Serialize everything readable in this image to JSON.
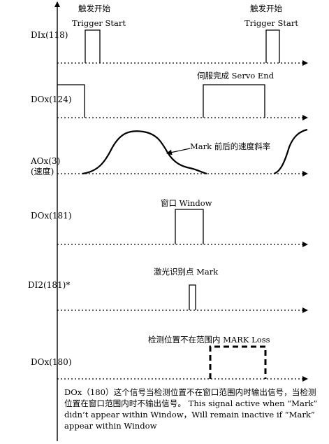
{
  "signals": [
    {
      "id": "dix118",
      "label": "DIx(118)"
    },
    {
      "id": "dox124",
      "label": "DOx(124)"
    },
    {
      "id": "aox3",
      "label": "AOx(3)",
      "label2": "(速度)"
    },
    {
      "id": "dox181",
      "label": "DOx(181)"
    },
    {
      "id": "di2181",
      "label": "DI2(181)*"
    },
    {
      "id": "dox180",
      "label": "DOx(180)"
    }
  ],
  "annotations": {
    "trigger_cn": "触发开始",
    "trigger_en": "Trigger Start",
    "servo_end": "伺服完成 Servo End",
    "mark_slope": "Mark 前后的速度斜率",
    "window": "窗口 Window",
    "laser_mark": "激光识别点 Mark",
    "mark_loss": "检测位置不在范围内 MARK Loss"
  },
  "caption": "DOx（180）这个信号当检测位置不在窗口范围内时输出信号，当检测位置在窗口范围内时不输出信号。 This signal active when “Mark” didn’t appear within Window，Will remain inactive if “Mark” appear within Window"
}
